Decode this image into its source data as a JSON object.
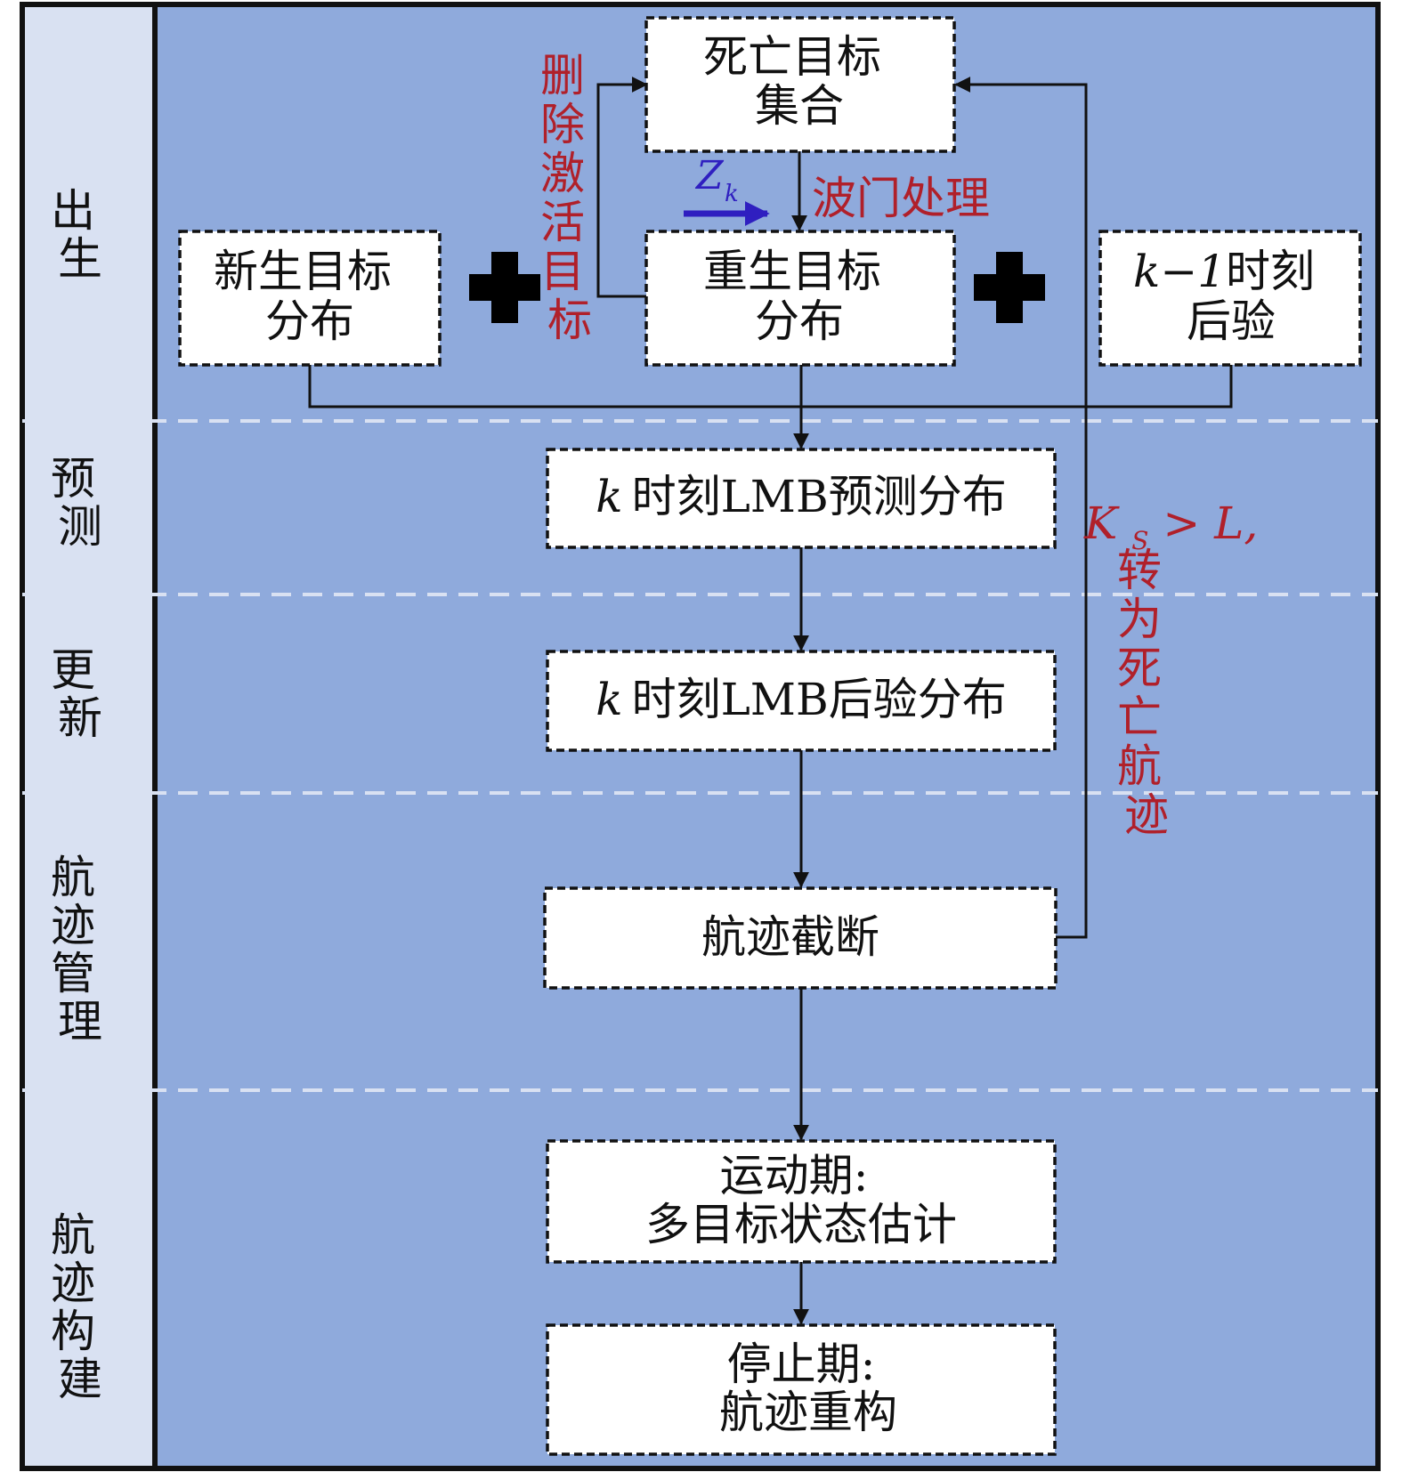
{
  "colors": {
    "stage_column": "#d9e1f2",
    "main_panel": "#8faadc",
    "box_fill": "#ffffff",
    "border": "#111111",
    "divider": "#d9e1f2",
    "annotation_red": "#b0202a",
    "annotation_blue": "#2f1fc0",
    "plus_sign": "#000000"
  },
  "stages": {
    "birth": "出生",
    "predict": "预测",
    "update": "更新",
    "track_management": "航迹管理",
    "track_construction": "航迹构建"
  },
  "boxes": {
    "dead_targets": [
      "死亡目标",
      "集合"
    ],
    "newborn": [
      "新生目标",
      "分布"
    ],
    "reborn": [
      "重生目标",
      "分布"
    ],
    "prev_posterior": {
      "k_minus_1": "k−1",
      "line1_rest": "时刻",
      "line2": "后验"
    },
    "predicted": {
      "k": "k",
      "rest": "时刻LMB预测分布"
    },
    "posterior": {
      "k": "k",
      "rest": "时刻LMB后验分布"
    },
    "truncation": "航迹截断",
    "motion": [
      "运动期:",
      "多目标状态估计"
    ],
    "stop": [
      "停止期:",
      "航迹重构"
    ]
  },
  "annotations": {
    "delete_reactivate": "删除激活目标",
    "gate_processing": "波门处理",
    "measurement_symbol": "Z",
    "measurement_subscript": "k",
    "condition_K": "K",
    "condition_sub": "S",
    "condition_gt": ">",
    "condition_L": "L,",
    "convert_dead": "转为死亡航迹"
  },
  "icons": [
    "plus-icon",
    "plus-icon"
  ]
}
